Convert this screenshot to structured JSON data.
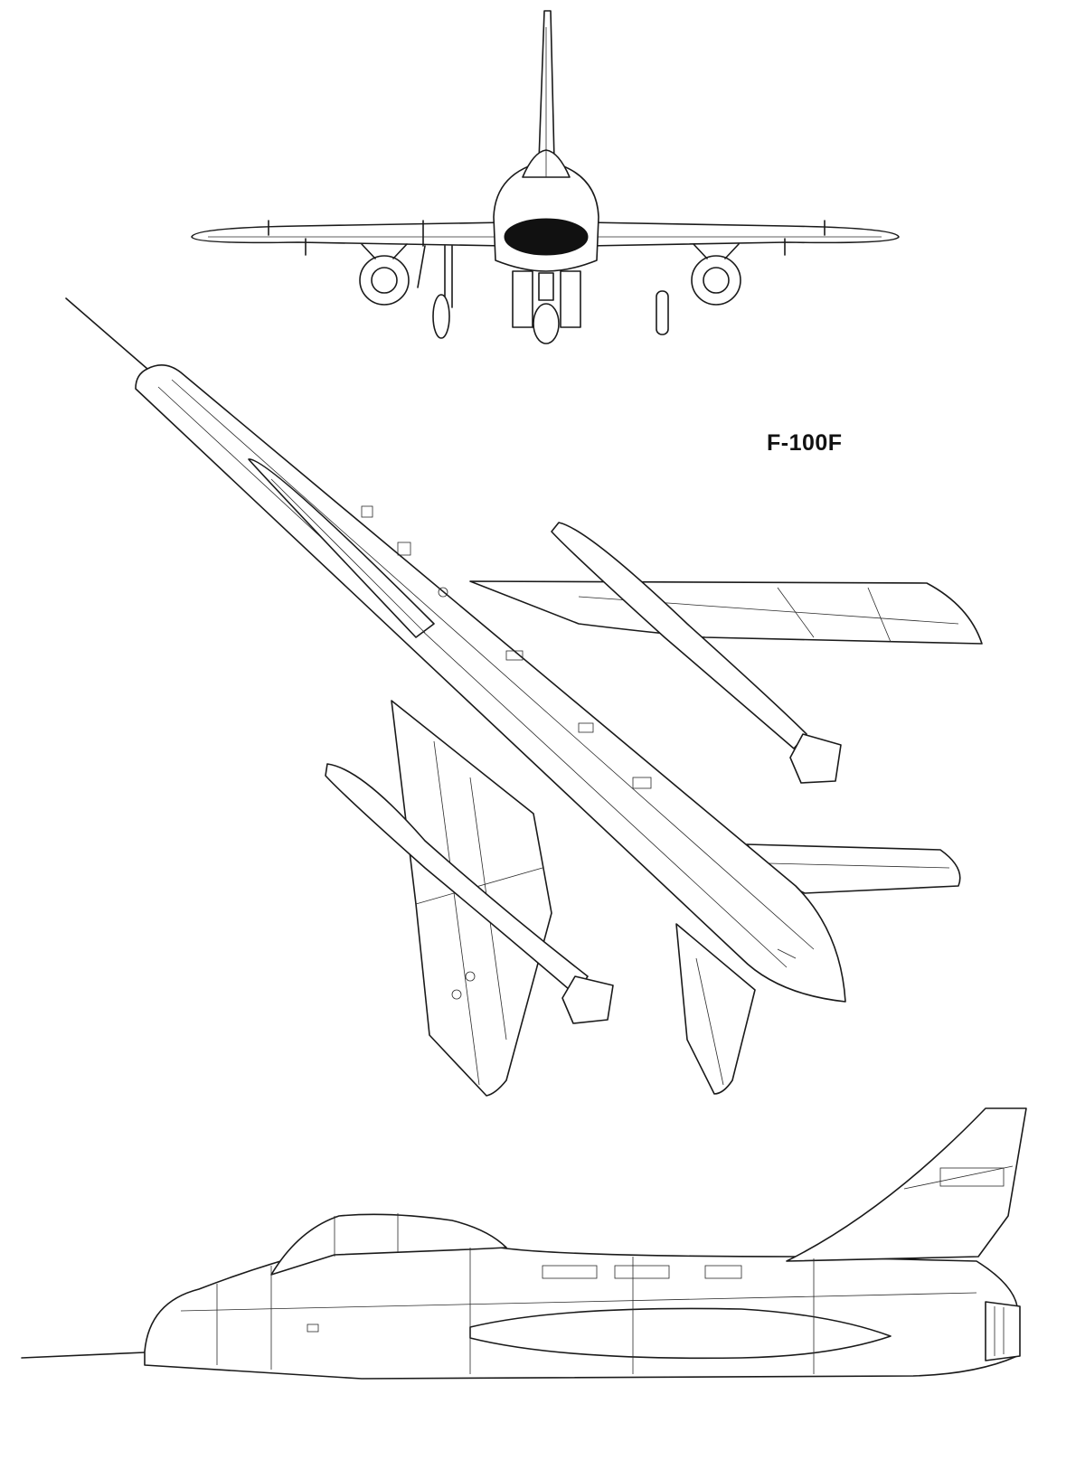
{
  "drawing": {
    "designation": "F-100F",
    "views": [
      {
        "name": "front-view"
      },
      {
        "name": "top-view"
      },
      {
        "name": "side-view"
      }
    ],
    "colors": {
      "background": "#ffffff",
      "ink": "#1a1a1a"
    }
  }
}
